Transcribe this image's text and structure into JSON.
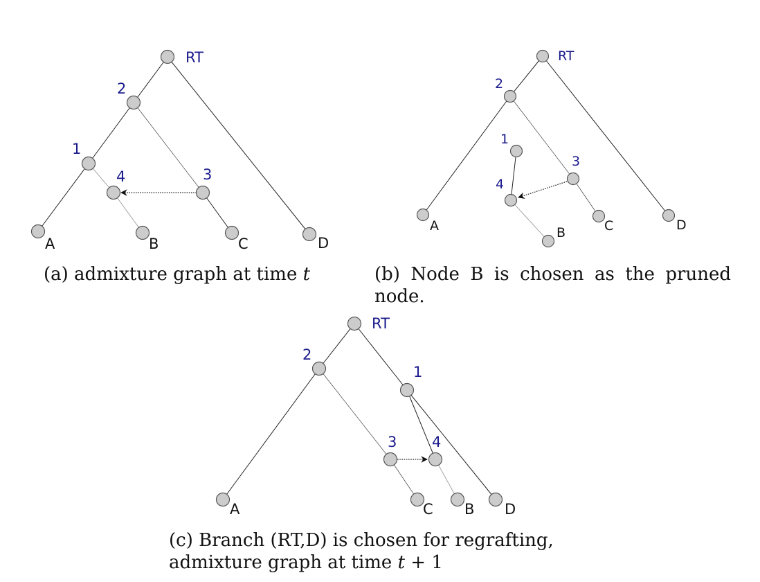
{
  "panel_a": {
    "node_labels": {
      "rt": "RT",
      "n2": "2",
      "n1": "1",
      "n4": "4",
      "n3": "3",
      "a": "A",
      "b": "B",
      "c": "C",
      "d": "D"
    },
    "caption": {
      "text": "(a) admixture graph at time",
      "var": "t"
    }
  },
  "panel_b": {
    "node_labels": {
      "rt": "RT",
      "n2": "2",
      "n1": "1",
      "n3": "3",
      "n4": "4",
      "a": "A",
      "b": "B",
      "c": "C",
      "d": "D"
    },
    "caption": {
      "line1": "(b) Node B is chosen as the pruned",
      "line2": "node."
    }
  },
  "panel_c": {
    "node_labels": {
      "rt": "RT",
      "n2": "2",
      "n1": "1",
      "n3": "3",
      "n4": "4",
      "a": "A",
      "c": "C",
      "b": "B",
      "d": "D"
    },
    "caption": {
      "line1": "(c) Branch (RT,D) is chosen for regrafting,",
      "line2_text": "admixture graph at time",
      "line2_var": "t",
      "line2_suffix": "+ 1"
    }
  },
  "colors": {
    "label_blue": "#1a1a8c",
    "node_fill": "#cccccc",
    "node_stroke": "#555555"
  }
}
